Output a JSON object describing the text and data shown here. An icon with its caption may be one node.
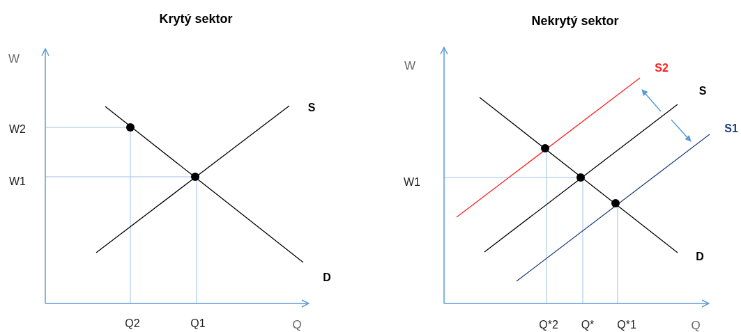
{
  "diagram": {
    "labels": [
      "Krytý sektor",
      "Nekrytý sektor",
      "W",
      "W2",
      "W1",
      "S",
      "D",
      "Q2",
      "Q1",
      "Q",
      "W",
      "S2",
      "S",
      "S1",
      "W1",
      "D",
      "Q*2",
      "Q*",
      "Q*1",
      "Q"
    ]
  }
}
